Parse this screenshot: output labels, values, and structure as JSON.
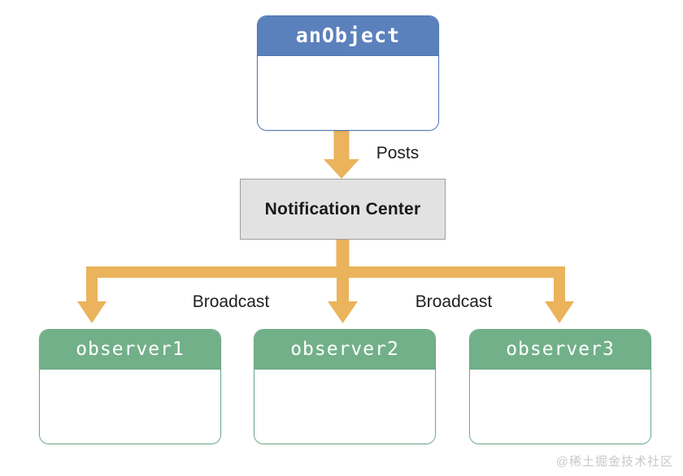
{
  "diagram": {
    "type": "notification-center-observer-pattern",
    "background_color": "#ffffff",
    "nodes": {
      "publisher": {
        "title": "anObject",
        "header_color": "#5b81bd",
        "border_color": "#4a74b5",
        "body_color": "#ffffff"
      },
      "hub": {
        "title": "Notification Center",
        "fill_color": "#e2e2e2",
        "border_color": "#9e9e9e",
        "text_color": "#1a1a1a"
      },
      "observers": [
        {
          "title": "observer1",
          "header_color": "#72b089",
          "border_color": "#6aa987",
          "body_color": "#ffffff"
        },
        {
          "title": "observer2",
          "header_color": "#72b089",
          "border_color": "#6aa987",
          "body_color": "#ffffff"
        },
        {
          "title": "observer3",
          "header_color": "#72b089",
          "border_color": "#6aa987",
          "body_color": "#ffffff"
        }
      ]
    },
    "edges": [
      {
        "label": "Posts",
        "from": "anObject",
        "to": "Notification Center",
        "color": "#eab35c"
      },
      {
        "label": "Broadcast",
        "from": "Notification Center",
        "to": "observer1",
        "color": "#eab35c"
      },
      {
        "label": "Broadcast",
        "from": "Notification Center",
        "to": "observer2",
        "color": "#eab35c"
      },
      {
        "label": "Broadcast",
        "from": "Notification Center",
        "to": "observer3",
        "color": "#eab35c"
      }
    ],
    "edge_labels": {
      "posts": "Posts",
      "broadcast_left": "Broadcast",
      "broadcast_right": "Broadcast"
    },
    "arrow_color": "#eab35c",
    "watermark": "@稀土掘金技术社区"
  }
}
